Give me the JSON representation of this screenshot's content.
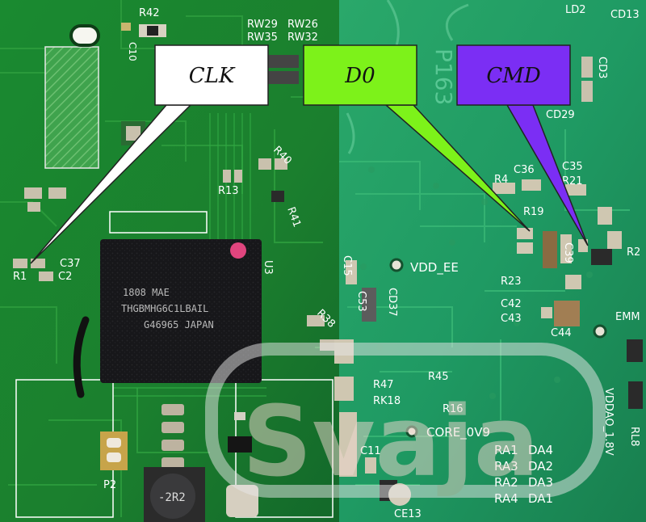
{
  "callouts": {
    "clk": "CLK",
    "d0": "D0",
    "cmd": "CMD"
  },
  "chip": {
    "line1": "1808 MAE",
    "line2": "THGBMHG6C1LBAIL",
    "line3": "G46965 JAPAN",
    "designator": "U3"
  },
  "watermark": "Svaja",
  "silkscreen": {
    "r42": "R42",
    "c10": "C10",
    "rw29": "RW29",
    "rw26": "RW26",
    "rw35": "RW35",
    "rw32": "RW32",
    "r40": "R40",
    "r13": "R13",
    "r41": "R41",
    "c37": "C37",
    "r1": "R1",
    "c2": "C2",
    "r38": "R38",
    "p2": "P2",
    "ld2": "LD2",
    "cd13": "CD13",
    "p163": "P163",
    "cd3": "CD3",
    "cd29": "CD29",
    "c36": "C36",
    "c35": "C35",
    "r4": "R4",
    "r21": "R21",
    "r19": "R19",
    "c39": "C39",
    "r2": "R2",
    "c15": "C15",
    "vdd_ee": "VDD_EE",
    "c53": "C53",
    "cd37": "CD37",
    "r23": "R23",
    "c42": "C42",
    "c43": "C43",
    "c44": "C44",
    "emm": "EMM",
    "r47": "R47",
    "r45": "R45",
    "rk18": "RK18",
    "r16": "R16",
    "core": "CORE_0V9",
    "c11": "C11",
    "ce13": "CE13",
    "ra1": "RA1",
    "da4": "DA4",
    "ra3": "RA3",
    "da2": "DA2",
    "ra2": "RA2",
    "da3": "DA3",
    "ra4": "RA4",
    "da1": "DA1",
    "vddao": "VDDAO_1.8V",
    "rl8": "RL8"
  }
}
